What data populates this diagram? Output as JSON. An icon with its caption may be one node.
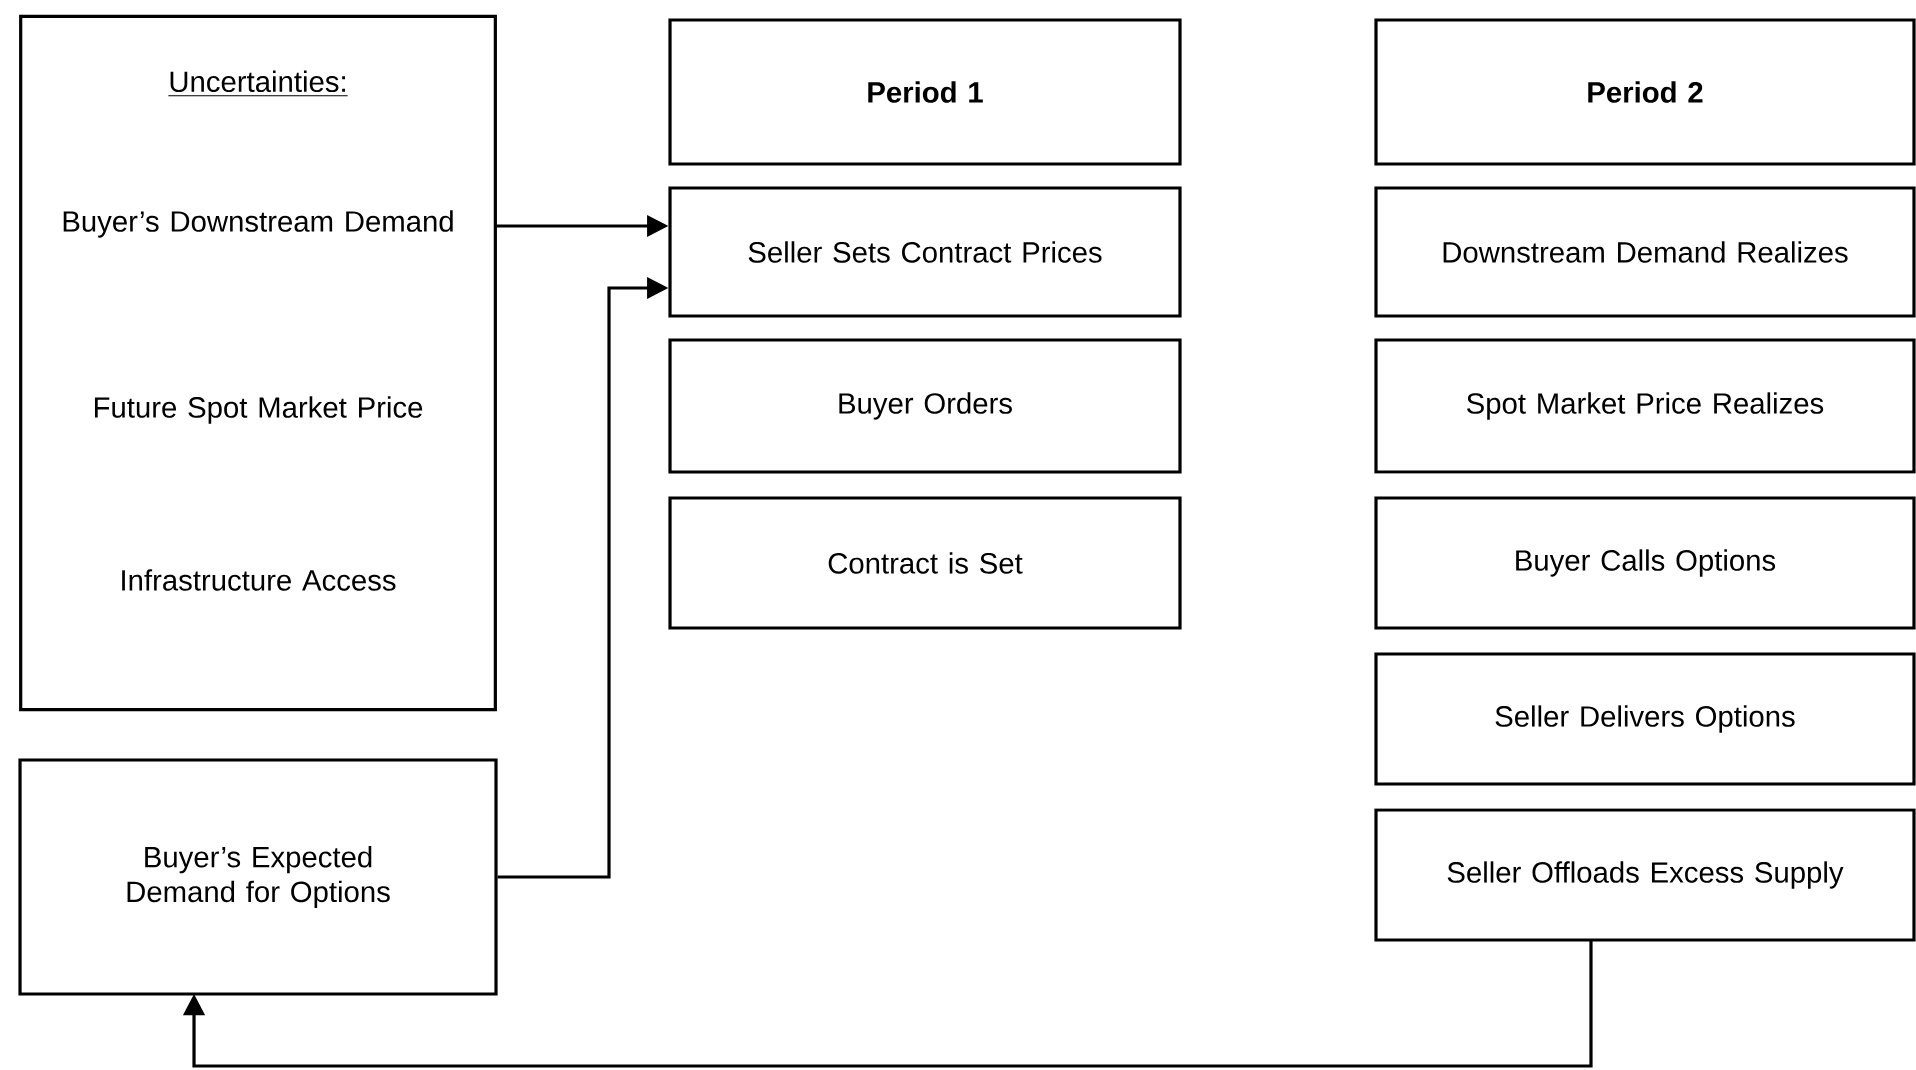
{
  "diagram": {
    "nodes": [
      {
        "text": [
          "Uncertainties:",
          "Buyer’s Downstream Demand",
          "Future Spot Market Price",
          "Infrastructure Access"
        ]
      },
      {
        "text": [
          "Buyer’s Expected Demand for Options"
        ]
      },
      {
        "text": [
          "Period 1"
        ]
      },
      {
        "text": [
          "Seller Sets Contract Prices"
        ]
      },
      {
        "text": [
          "Buyer Orders"
        ]
      },
      {
        "text": [
          "Contract is Set"
        ]
      },
      {
        "text": [
          "Period 2"
        ]
      },
      {
        "text": [
          "Downstream Demand Realizes"
        ]
      },
      {
        "text": [
          "Spot Market Price Realizes"
        ]
      },
      {
        "text": [
          "Buyer Calls Options"
        ]
      },
      {
        "text": [
          "Seller Delivers Options"
        ]
      },
      {
        "text": [
          "Seller Offloads Excess Supply"
        ]
      }
    ],
    "edges": [
      {
        "from": 0,
        "to": 3,
        "arrow": "to"
      },
      {
        "from": 1,
        "to": 3,
        "arrow": "to"
      },
      {
        "from": 11,
        "to": 1,
        "arrow": "to"
      }
    ]
  }
}
